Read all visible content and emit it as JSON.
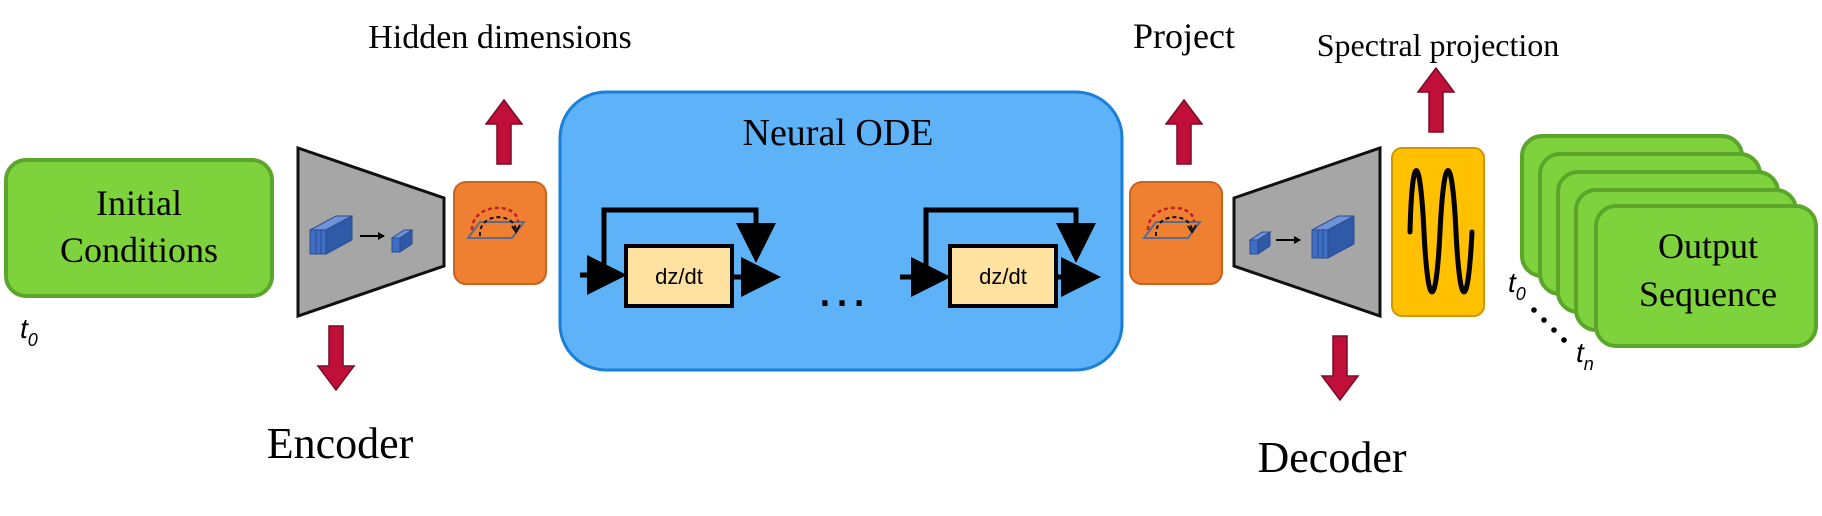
{
  "labels": {
    "initial_conditions_line1": "Initial",
    "initial_conditions_line2": "Conditions",
    "t0_input": "t",
    "t0_input_sub": "0",
    "encoder": "Encoder",
    "hidden_dimensions": "Hidden dimensions",
    "neural_ode": "Neural ODE",
    "dzdt_1": "dz/dt",
    "dzdt_2": "dz/dt",
    "ellipsis": "…",
    "project": "Project",
    "spectral_projection": "Spectral projection",
    "decoder": "Decoder",
    "output_line1": "Output",
    "output_line2": "Sequence",
    "t0_output": "t",
    "t0_output_sub": "0",
    "tn_output": "t",
    "tn_output_sub": "n"
  },
  "colors": {
    "green_fill": "#7ED23C",
    "green_stroke": "#5BA62A",
    "gray_trapezoid": "#A6A6A6",
    "orange": "#EF7F31",
    "ode_fill": "#5DB2F8",
    "ode_stroke": "#1A7FD8",
    "dzdt_fill": "#FFE1A0",
    "spectral_fill": "#FFC000",
    "arrow_red": "#C0103A",
    "cube_blue": "#3F6FC4"
  }
}
